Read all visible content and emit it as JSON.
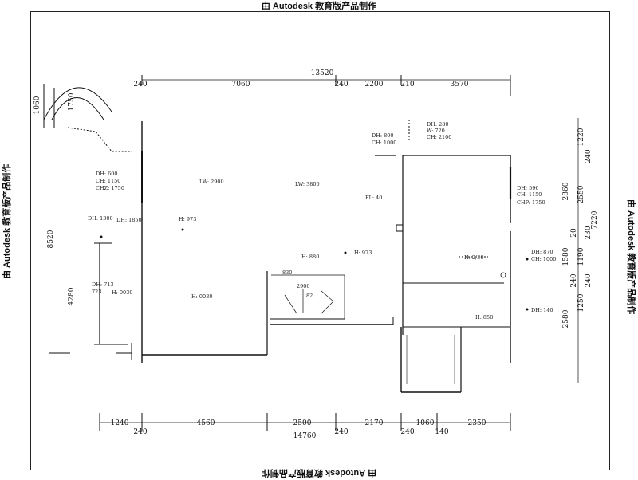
{
  "watermark": {
    "top": "由 Autodesk 教育版产品制作",
    "bottom": "由 Autodesk 教育版产品制作",
    "left": "由 Autodesk 教育版产品制作",
    "right": "由 Autodesk 教育版产品制作"
  },
  "dimensions": {
    "top_total": "13520",
    "top": [
      "240",
      "7060",
      "240",
      "2200",
      "210",
      "3570"
    ],
    "bottom_total": "14760",
    "bottom": [
      "1240",
      "240",
      "4560",
      "2500",
      "240",
      "2170",
      "240",
      "1060",
      "140",
      "2350"
    ],
    "left_total": "8520",
    "left_window": [
      "1060",
      "1750"
    ],
    "left_lower": "4280",
    "right": [
      "1220",
      "240",
      "2860",
      "2550",
      "7220",
      "20",
      "230",
      "1580",
      "1190",
      "240",
      "240",
      "1250",
      "2580"
    ]
  },
  "annotations": {
    "dh1": "DH: 280",
    "dh1_w": "W: 720",
    "dh1_ch": "CH: 2100",
    "dh2": "DH: 800",
    "dh2_ch": "CH: 1000",
    "dh3": "DH: 600",
    "dh3_ch": "CH: 1150",
    "dh3_chz": "CHZ: 1750",
    "dh4": "DH: 596",
    "dh4_ch": "CH: 1150",
    "dh4_chp": "CHP: 1750",
    "dh5": "DH: 1300",
    "dh6": "DH: 1850",
    "dh7": "DH: 870",
    "dh7_ch": "CH: 1000",
    "dh8": "DH: 140",
    "dh9": "DH: 713",
    "dh9_w": "723",
    "lw1": "LW: 2900",
    "lw2": "LW: 3800",
    "fl": "FL: 40",
    "h1": "H: 973",
    "h2": "H: 880",
    "h3": "H: 973",
    "h4": "H: 850",
    "h5": "H: 0030",
    "h6": "H: 0030",
    "h7": "H: 2/30",
    "stair_830": "830",
    "stair_2900": "2900",
    "stair_82": "82"
  }
}
